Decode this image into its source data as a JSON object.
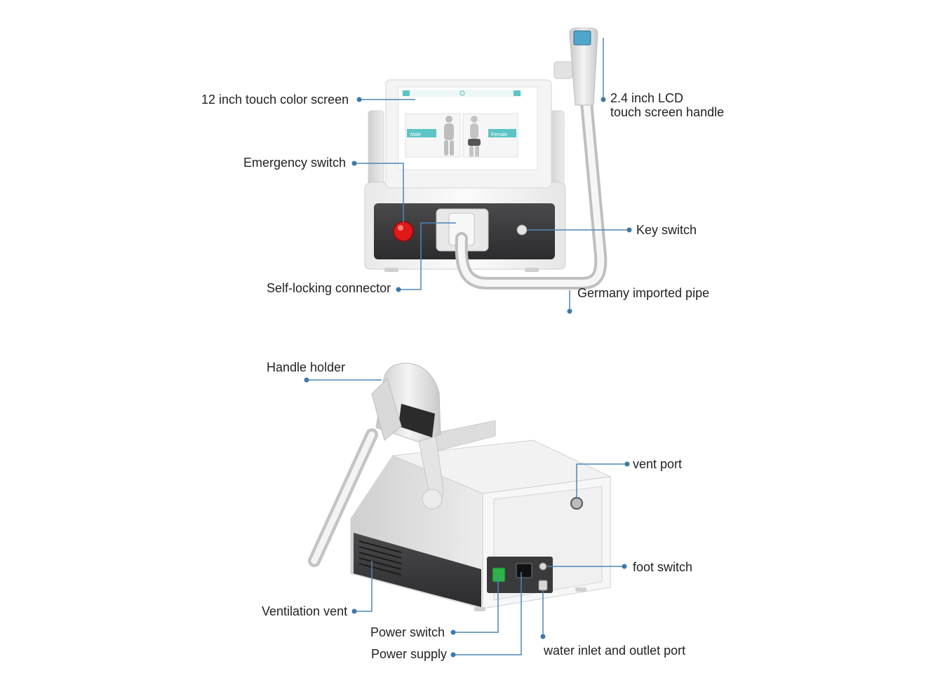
{
  "colors": {
    "leader": "#4d86b5",
    "dot": "#3c78ab",
    "emergency_button": "#e01818",
    "power_switch": "#2db34a",
    "screen_accent": "#5cc4c4",
    "dark_panel": "#3a3a3c"
  },
  "screen": {
    "male_label": "Male",
    "female_label": "Female"
  },
  "front_view": {
    "labels": {
      "touch_screen": "12 inch touch color screen",
      "lcd_handle_line1": "2.4 inch LCD",
      "lcd_handle_line2": "touch screen handle",
      "emergency_switch": "Emergency switch",
      "key_switch": "Key switch",
      "self_locking_connector": "Self-locking connector",
      "germany_pipe": "Germany imported pipe"
    }
  },
  "rear_view": {
    "labels": {
      "handle_holder": "Handle holder",
      "vent_port": "vent port",
      "foot_switch": "foot switch",
      "ventilation_vent": "Ventilation vent",
      "power_switch": "Power switch",
      "power_supply": "Power supply",
      "water_port": "water inlet and outlet port"
    }
  }
}
